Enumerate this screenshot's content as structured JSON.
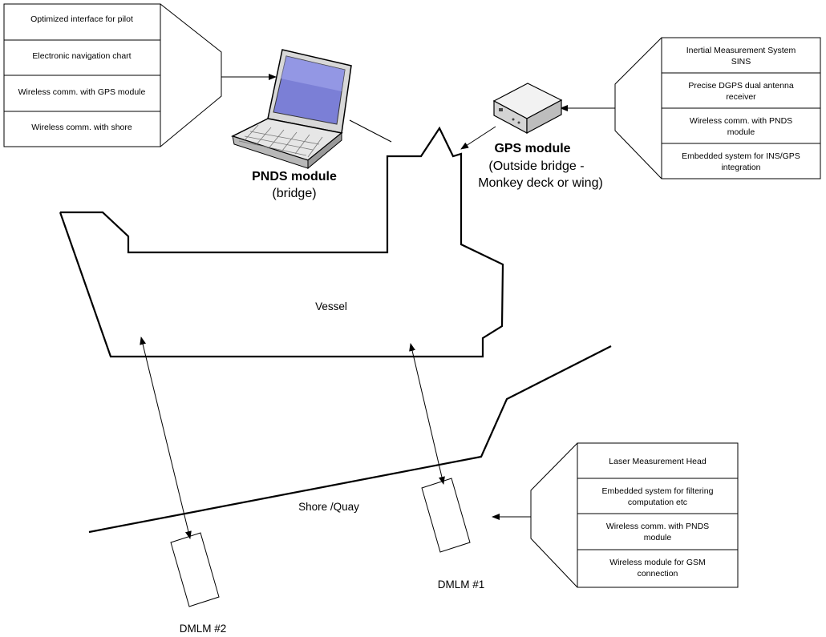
{
  "pnds_features": [
    "Optimized interface for pilot",
    "Electronic navigation chart",
    "Wireless comm. with GPS module",
    "Wireless comm. with shore"
  ],
  "gps_features": [
    [
      "Inertial Measurement System",
      "SINS"
    ],
    [
      "Precise DGPS dual antenna",
      "receiver"
    ],
    [
      "Wireless comm. with PNDS",
      "module"
    ],
    [
      "Embedded system for INS/GPS",
      "integration"
    ]
  ],
  "dmlm_features": [
    [
      "Laser Measurement Head"
    ],
    [
      "Embedded system for filtering",
      "computation etc"
    ],
    [
      "Wireless comm. with PNDS",
      "module"
    ],
    [
      "Wireless module for GSM",
      "connection"
    ]
  ],
  "labels": {
    "pnds_title": "PNDS module",
    "pnds_sub": "(bridge)",
    "gps_title": "GPS module",
    "gps_sub1": "(Outside bridge -",
    "gps_sub2": "Monkey deck or wing)",
    "vessel": "Vessel",
    "shore": "Shore /Quay",
    "dmlm1": "DMLM #1",
    "dmlm2": "DMLM #2"
  }
}
